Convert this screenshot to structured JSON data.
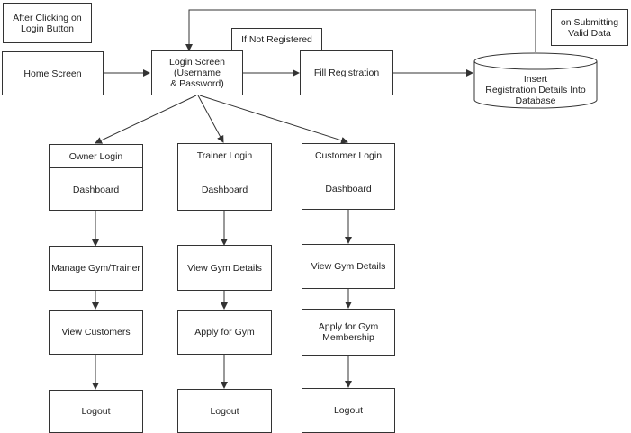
{
  "notes": {
    "after_click": "After Clicking on\nLogin Button",
    "if_not_registered": "If Not Registered",
    "on_submitting": "on Submitting\nValid Data"
  },
  "nodes": {
    "home": "Home Screen",
    "login": "Login Screen\n(Username\n& Password)",
    "registration": "Fill Registration",
    "database": "Insert\nRegistration Details Into\nDatabase"
  },
  "columns": [
    {
      "header": "Owner Login",
      "dashboard": "Dashboard",
      "steps": [
        "Manage Gym/Trainer",
        "View Customers",
        "Logout"
      ]
    },
    {
      "header": "Trainer Login",
      "dashboard": "Dashboard",
      "steps": [
        "View Gym Details",
        "Apply for Gym",
        "Logout"
      ]
    },
    {
      "header": "Customer Login",
      "dashboard": "Dashboard",
      "steps": [
        "View Gym Details",
        "Apply for Gym\nMembership",
        "Logout"
      ]
    }
  ],
  "colors": {
    "stroke": "#333333",
    "fill": "#ffffff"
  }
}
